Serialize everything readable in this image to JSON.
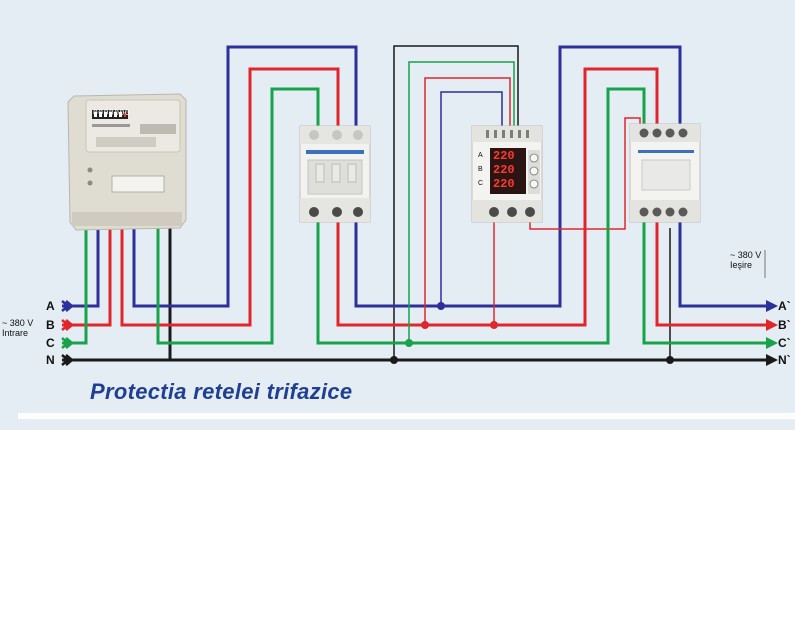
{
  "title": "Protectia retelei trifazice",
  "input_label": [
    "~ 380 V",
    "Intrare"
  ],
  "output_label": [
    "~ 380 V",
    "Ieşire"
  ],
  "input_phases": [
    "A",
    "B",
    "C",
    "N"
  ],
  "output_phases": [
    "A`",
    "B`",
    "C`",
    "N`"
  ],
  "colors": {
    "phase_a": "#2d2f9c",
    "phase_b": "#e0262b",
    "phase_c": "#18a24a",
    "neutral": "#1a1a1a",
    "background": "#e4edf4",
    "title": "#1f3f95"
  },
  "devices": [
    {
      "name": "energy-meter",
      "kind": "meter",
      "display_digits": "0000000"
    },
    {
      "name": "circuit-breaker-3p",
      "kind": "breaker"
    },
    {
      "name": "voltage-relay",
      "kind": "relay",
      "readings": [
        "220",
        "220",
        "220"
      ],
      "phase_marks": [
        "A",
        "B",
        "C"
      ]
    },
    {
      "name": "contactor",
      "kind": "contactor"
    }
  ]
}
